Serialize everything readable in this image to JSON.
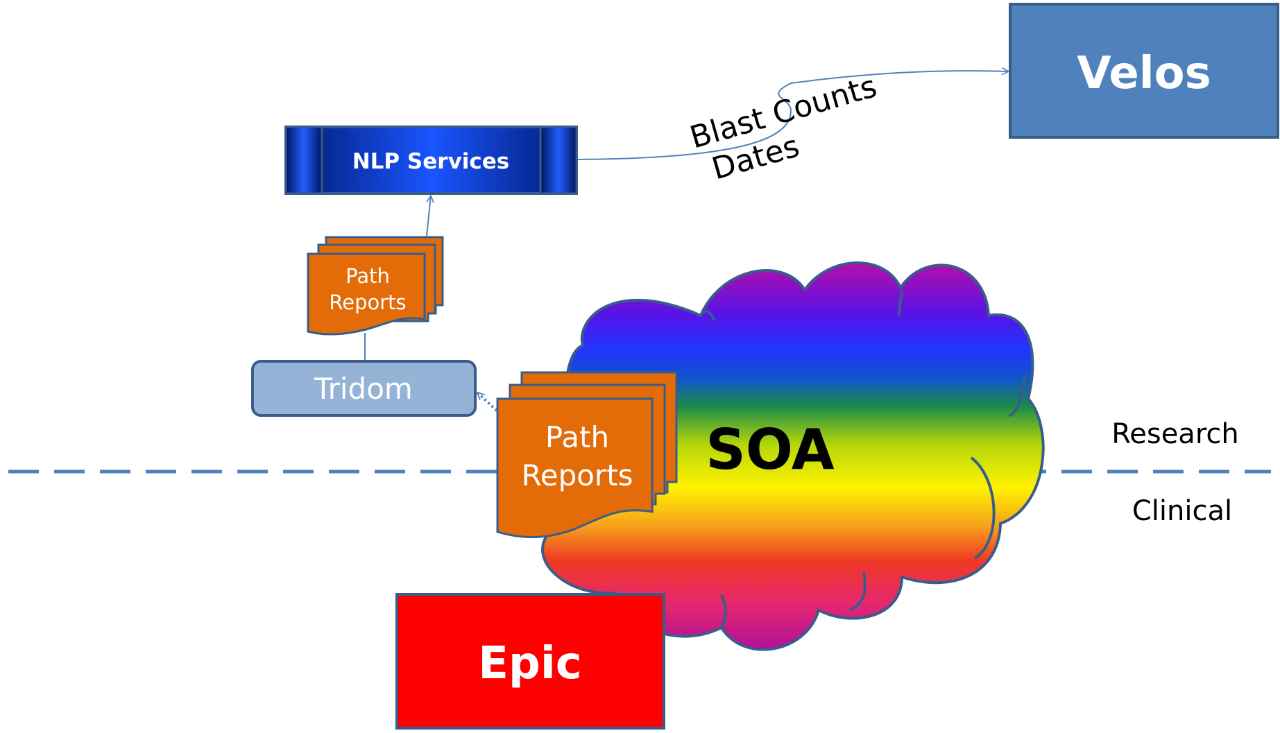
{
  "nodes": {
    "velos": "Velos",
    "nlp": "NLP Services",
    "path_small": [
      "Path",
      "Reports"
    ],
    "tridom": "Tridom",
    "path_large": [
      "Path",
      "Reports"
    ],
    "soa": "SOA",
    "epic": "Epic"
  },
  "edge_label": [
    "Blast Counts",
    "Dates"
  ],
  "zones": {
    "upper": "Research",
    "lower": "Clinical"
  },
  "colors": {
    "velos": "#4f81bd",
    "nlp_dark": "#001a6e",
    "nlp_light": "#1a55ff",
    "report": "#e36c09",
    "tridom": "#95b3d7",
    "epic": "#ff0000",
    "line": "#4f81bd",
    "stroke": "#385d8a"
  }
}
